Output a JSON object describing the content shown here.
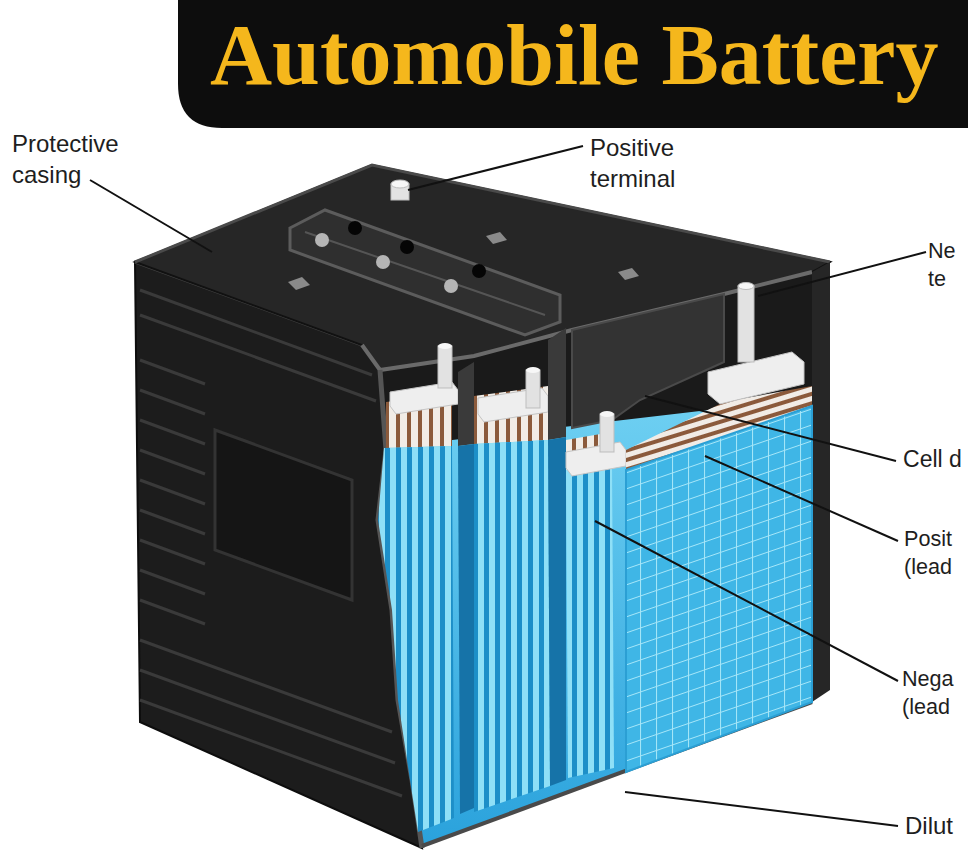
{
  "diagram": {
    "title": "Automobile Battery",
    "labels": [
      "Protective casing",
      "Positive terminal",
      "Ne te",
      "Cell d",
      "Posit (lead",
      "Nega (lead",
      "Dilut"
    ]
  }
}
